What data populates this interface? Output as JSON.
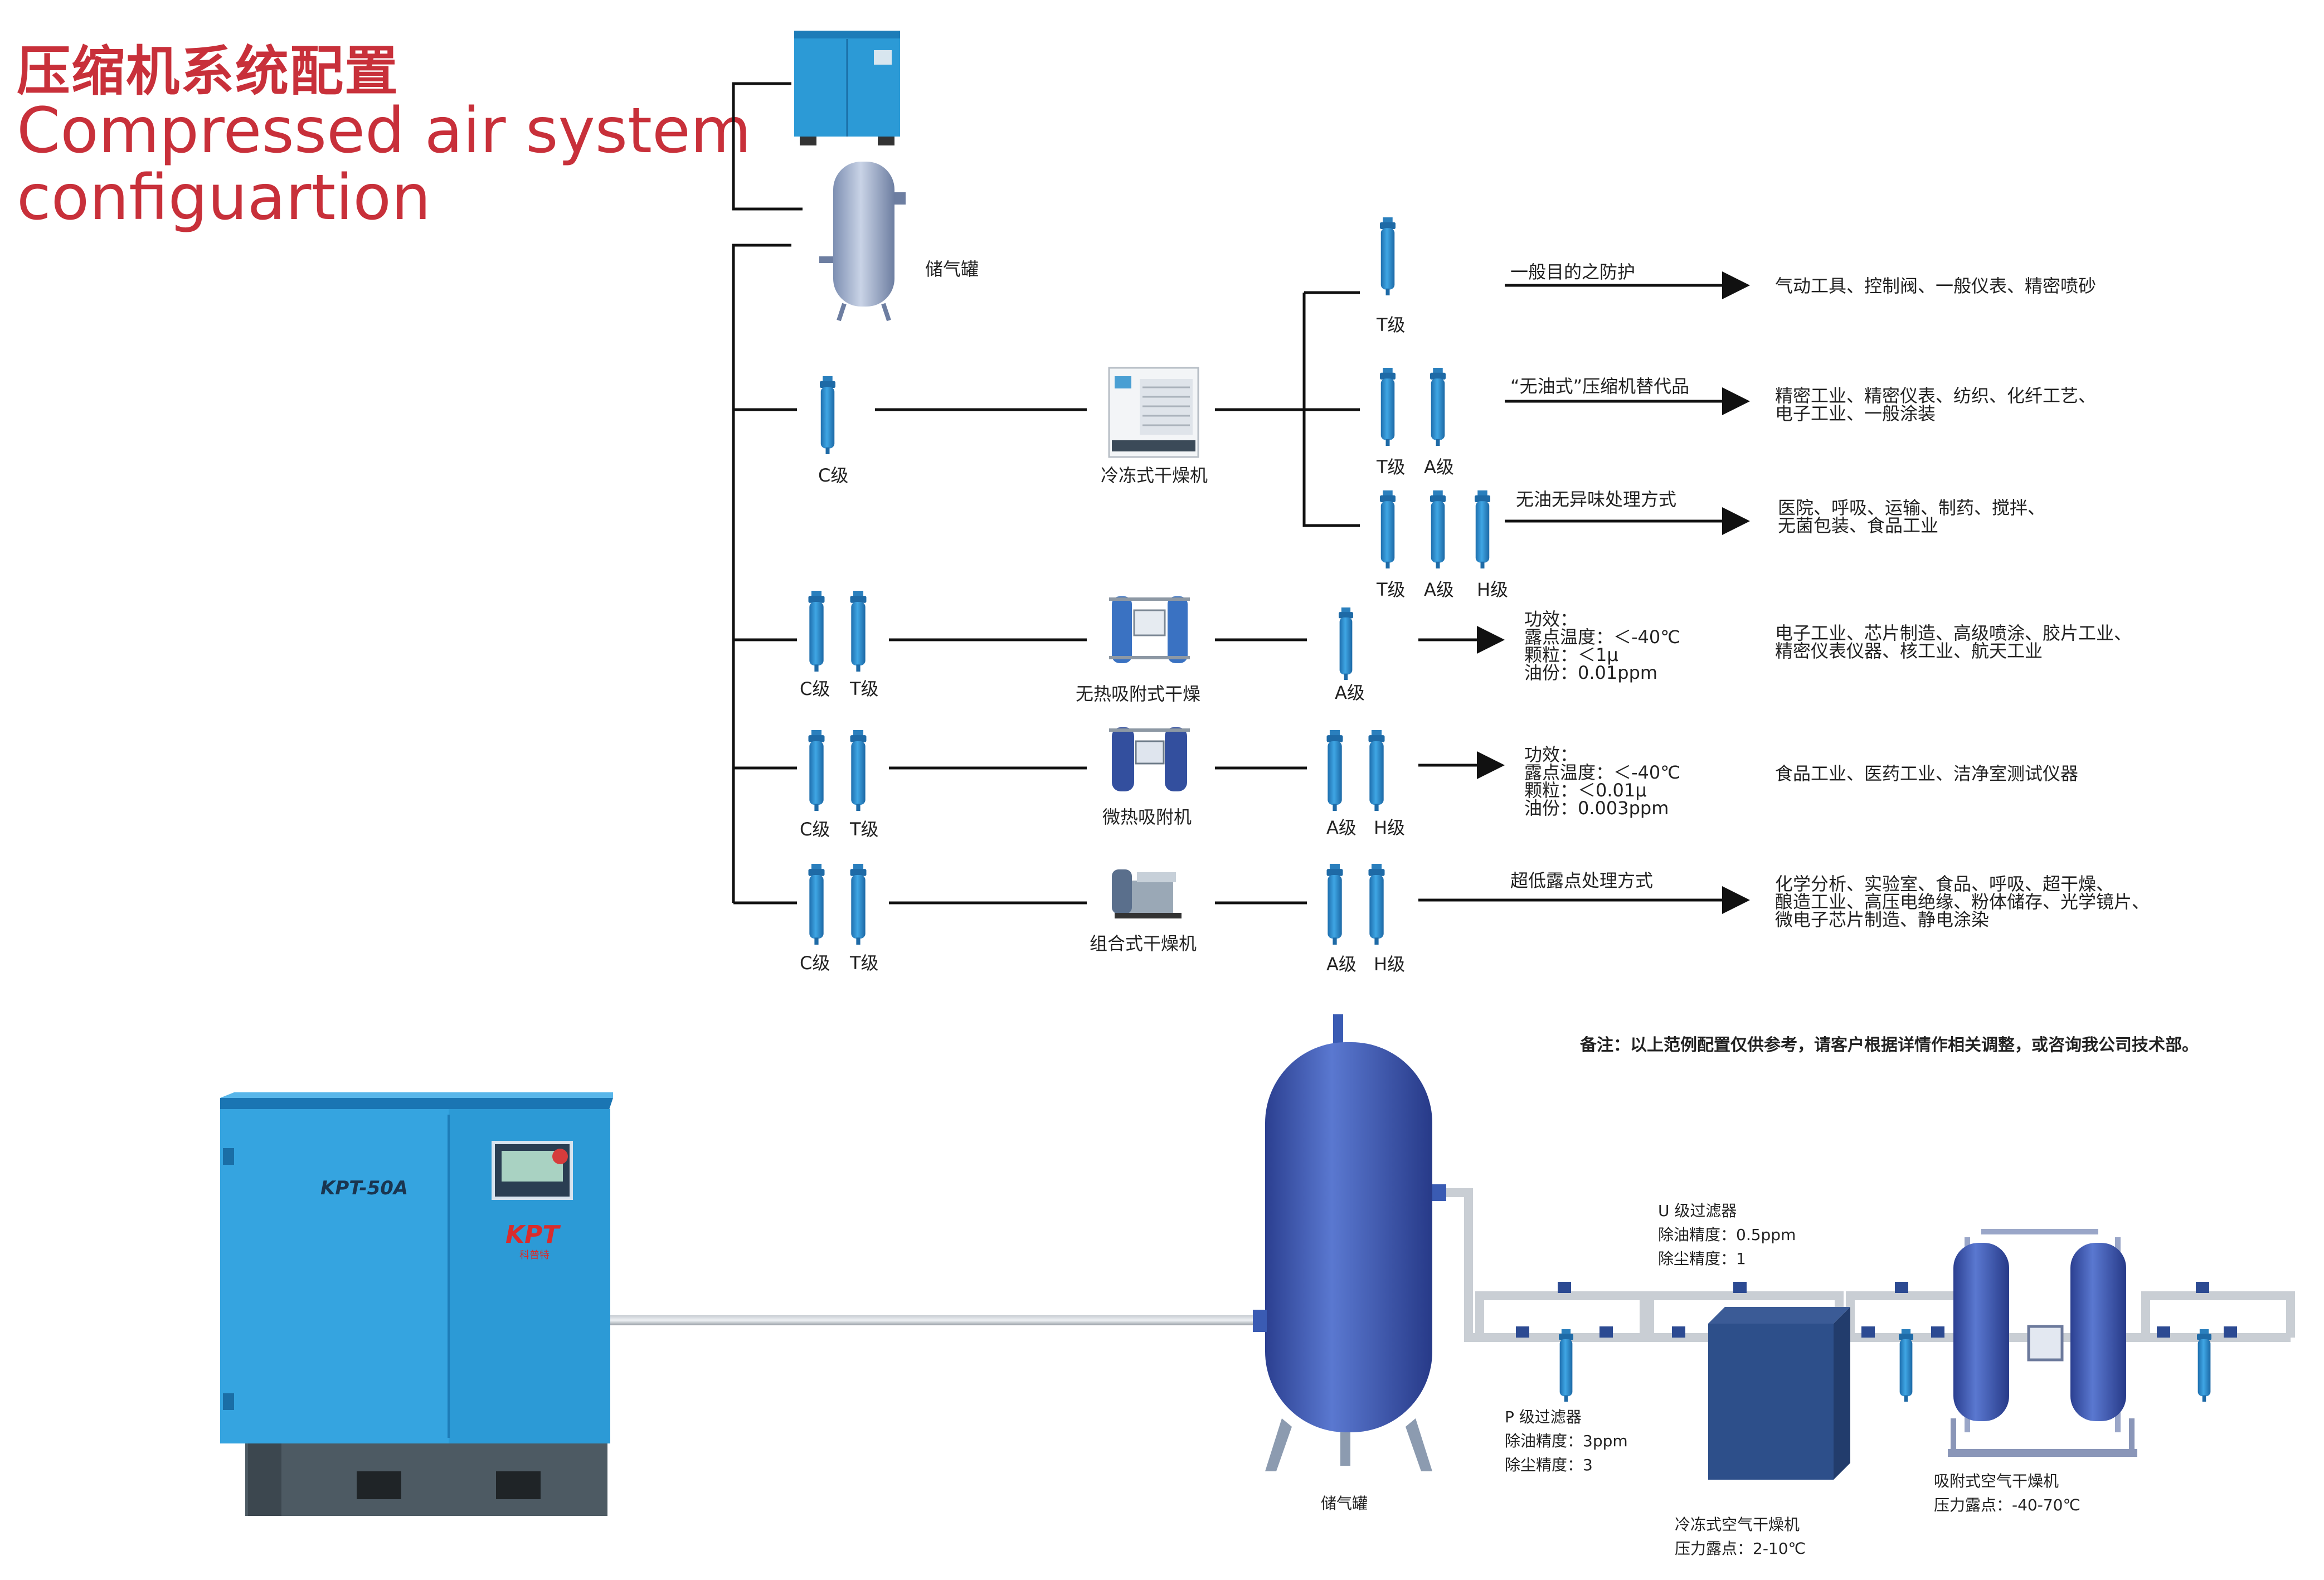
{
  "header": {
    "title_cn": "压缩机系统配置",
    "title_en_line1": "Compressed air system",
    "title_en_line2": "configuartion"
  },
  "equipment": {
    "tank": "储气罐",
    "refrigerated_dryer": "冷冻式干燥机",
    "heatless_dryer": "无热吸附式干燥",
    "micro_heat_dryer": "微热吸附机",
    "combined_dryer": "组合式干燥机"
  },
  "grades": {
    "c": "C级",
    "t": "T级",
    "a": "A级",
    "h": "H级"
  },
  "methods": {
    "general": "一般目的之防护",
    "oil_free_alt": "“无油式”压缩机替代品",
    "oil_free_odorless": "无油无异味处理方式",
    "ultra_low_dew": "超低露点处理方式"
  },
  "specs": {
    "heatless": {
      "heading": "功效：",
      "dew": "露点温度：＜-40℃",
      "particle": "颗粒：＜1μ",
      "oil": "油份：0.01ppm"
    },
    "micro": {
      "heading": "功效：",
      "dew": "露点温度：＜-40℃",
      "particle": "颗粒：＜0.01μ",
      "oil": "油份：0.003ppm"
    }
  },
  "applications": {
    "row1": [
      "气动工具、控制阀、一般仪表、精密喷砂"
    ],
    "row2": [
      "精密工业、精密仪表、纺织、化纤工艺、",
      "电子工业、一般涂装"
    ],
    "row3": [
      "医院、呼吸、运输、制药、搅拌、",
      "无菌包装、食品工业"
    ],
    "row4": [
      "电子工业、芯片制造、高级喷涂、胶片工业、",
      "精密仪表仪器、核工业、航天工业"
    ],
    "row5": [
      "食品工业、医药工业、洁净室测试仪器"
    ],
    "row6": [
      "化学分析、实验室、食品、呼吸、超干燥、",
      "酿造工业、高压电绝缘、粉体储存、光学镜片、",
      "微电子芯片制造、静电涂染"
    ]
  },
  "note": "备注：以上范例配置仅供参考，请客户根据详情作相关调整，或咨询我公司技术部。",
  "bottom": {
    "compressor_model": "KPT-50A",
    "brand": "KPT",
    "brand_cn": "科普特",
    "tank_label": "储气罐",
    "u_filter": [
      "U 级过滤器",
      "除油精度：0.5ppm",
      "除尘精度：1"
    ],
    "p_filter": [
      "P 级过滤器",
      "除油精度：3ppm",
      "除尘精度：3"
    ],
    "fridge_dryer": [
      "冷冻式空气干燥机",
      "压力露点：2-10℃"
    ],
    "adsorption_dryer": [
      "吸附式空气干燥机",
      "压力露点：-40-70℃"
    ]
  },
  "colors": {
    "title": "#c8303a",
    "machine_blue": "#2c9ad6",
    "tank_blue": "#3f5fb8",
    "filter_blue": "#2f8fd0",
    "line": "#111111"
  }
}
